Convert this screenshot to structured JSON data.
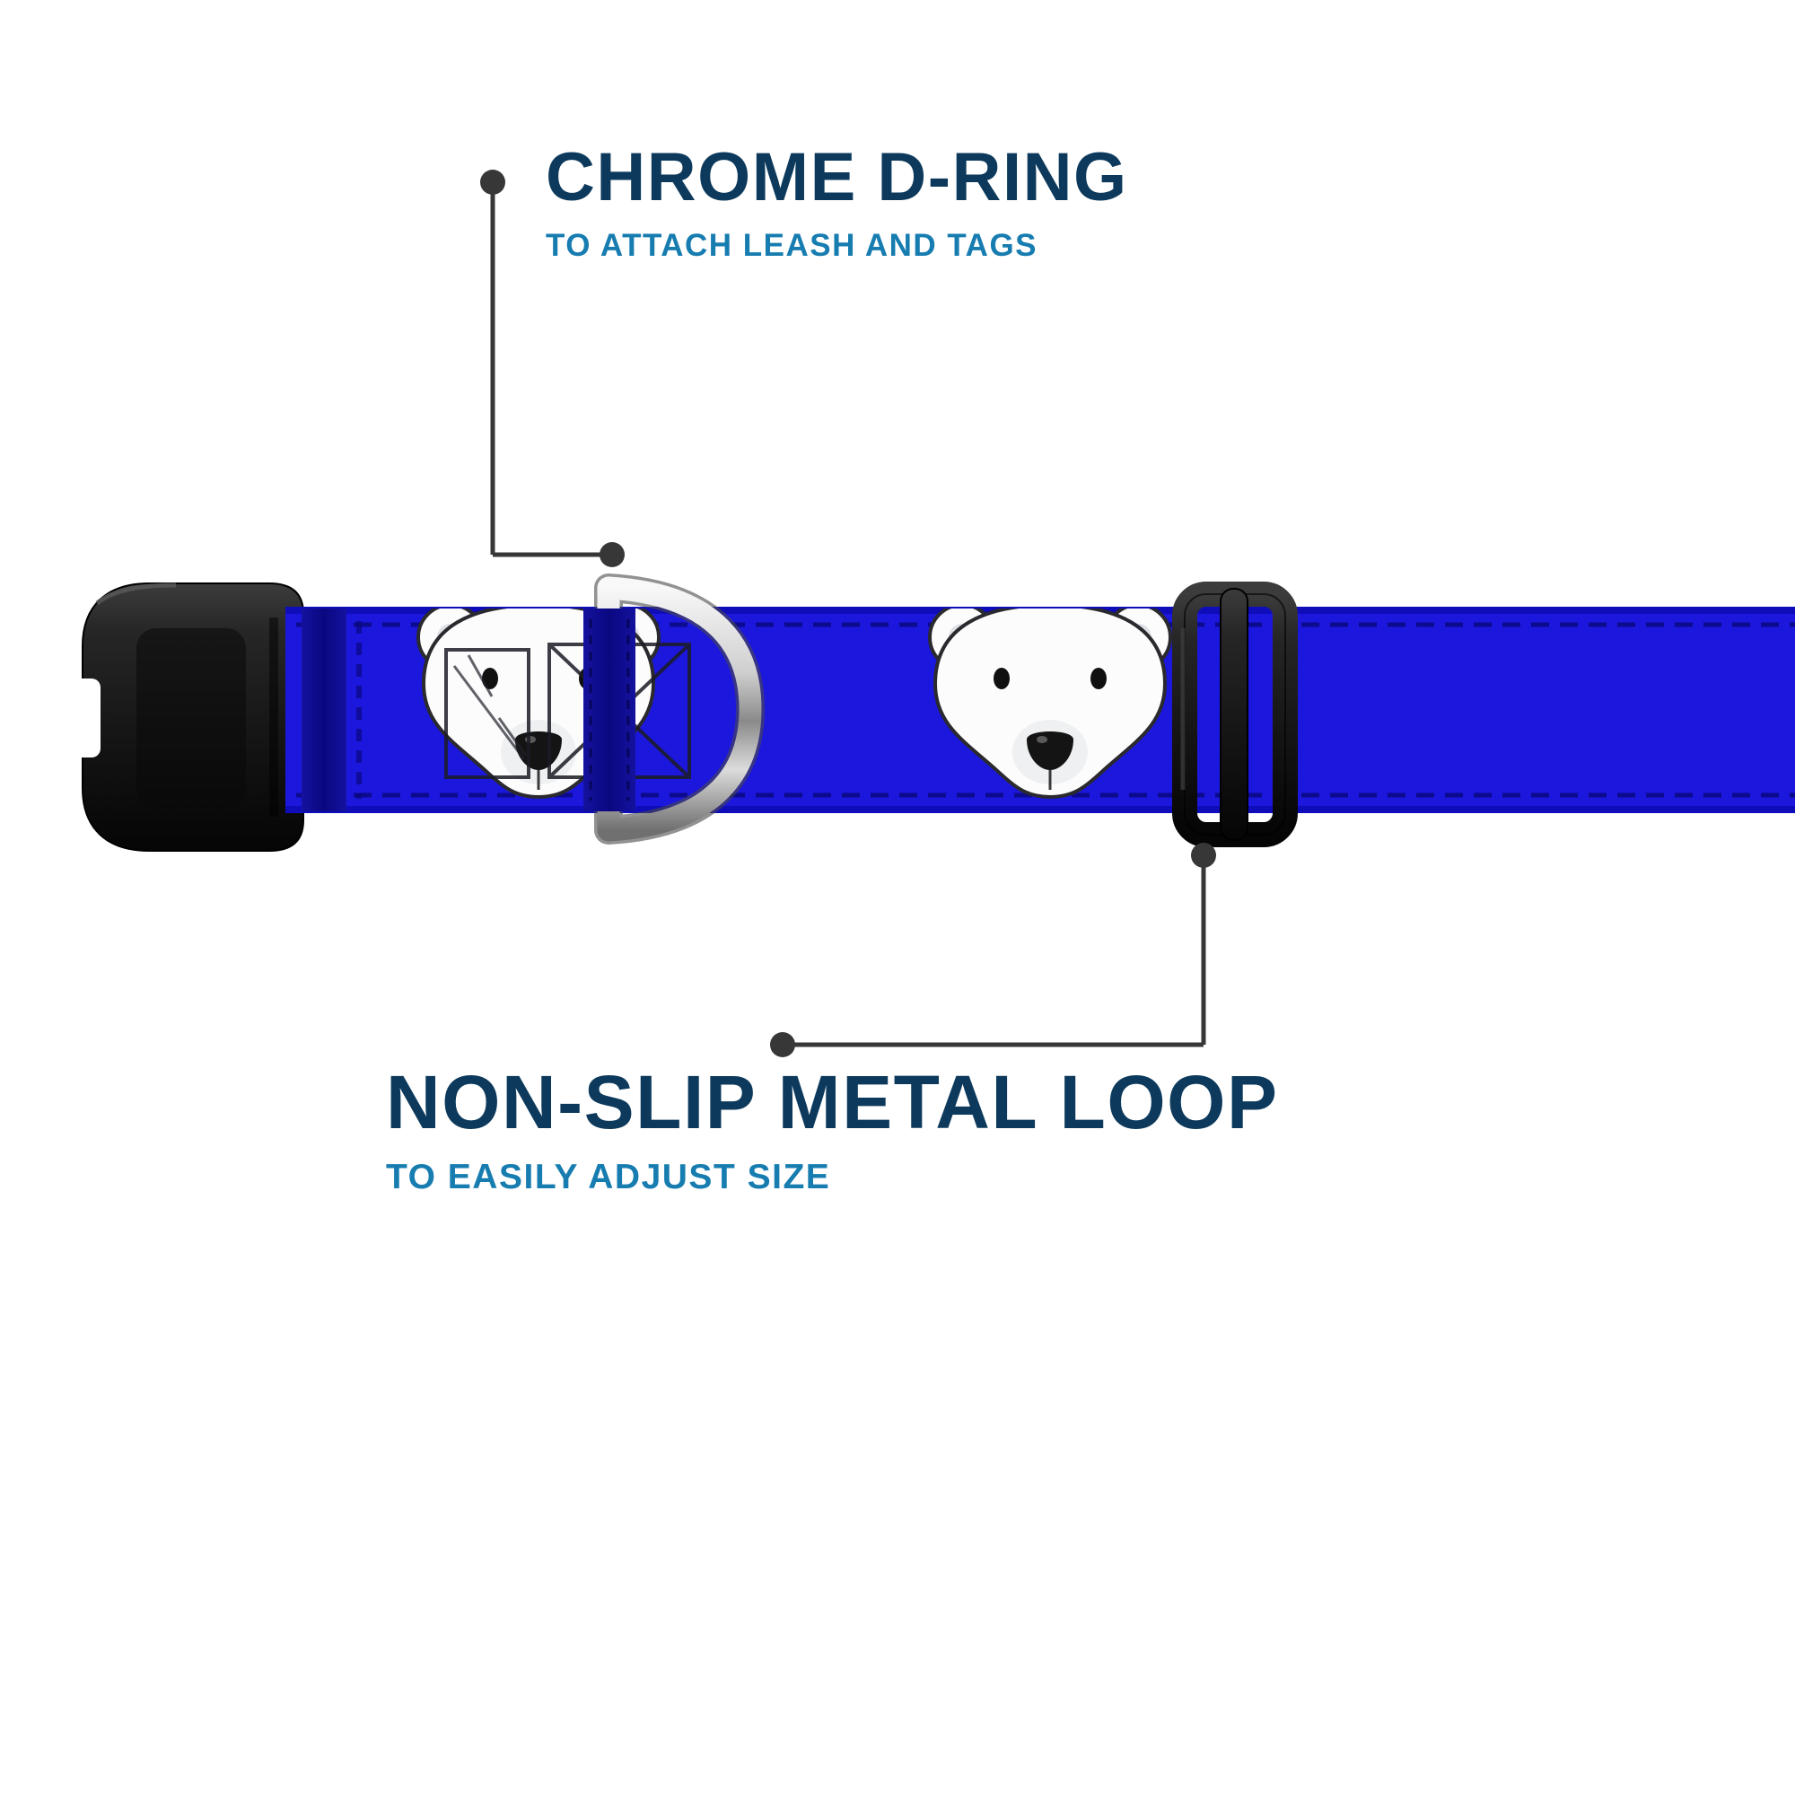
{
  "callouts": {
    "d_ring": {
      "title": "CHROME D-RING",
      "subtitle": "TO ATTACH LEASH AND TAGS"
    },
    "metal_loop": {
      "title": "NON-SLIP METAL LOOP",
      "subtitle": "TO EASILY ADJUST SIZE"
    }
  },
  "icons": {
    "buckle": "side-release-buckle",
    "d_ring": "chrome-d-ring",
    "slider": "tri-glide-metal-loop",
    "strap_pattern": "polar-bear-face"
  },
  "colors": {
    "background": "#ffffff",
    "title_text": "#0d3a5c",
    "subtitle_text": "#177cb0",
    "collar_blue": "#1c17dd",
    "collar_edge": "#0a0880",
    "callout_line": "#373737",
    "hardware_black": "#141414",
    "chrome_silver": "#c9c9c9"
  }
}
